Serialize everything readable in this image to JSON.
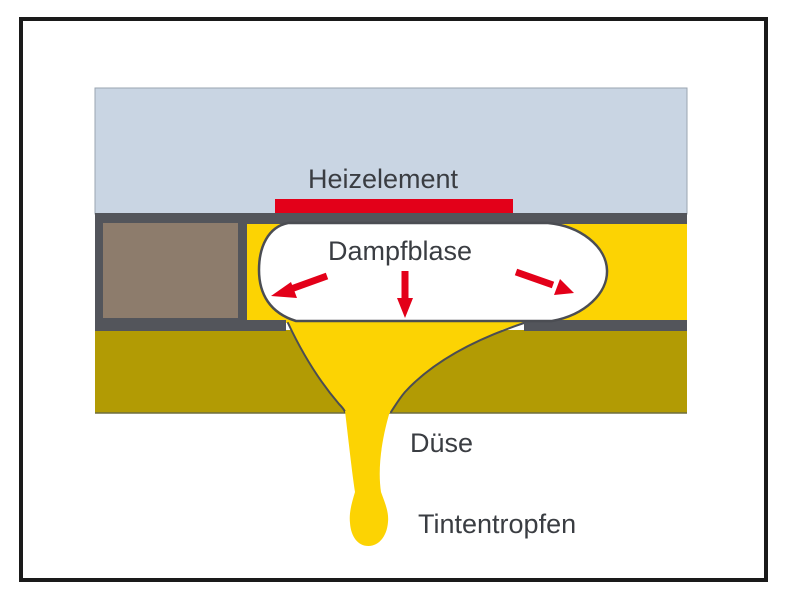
{
  "figure": {
    "subject": "thermal-inkjet-printhead-cross-section"
  },
  "labels": {
    "heizelement": "Heizelement",
    "dampfblase": "Dampfblase",
    "duese": "Düse",
    "tintentropfen": "Tintentropfen"
  },
  "icons": {
    "pressure_arrows": [
      "arrow-down-left",
      "arrow-down",
      "arrow-down-right"
    ]
  },
  "colors": {
    "frame_black": "#1a1a1a",
    "substrate_blue": "#c9d5e3",
    "layer_gray": "#53555b",
    "outline_gray": "#4b4d53",
    "ink_yellow": "#fcd303",
    "nozzle_olive": "#b29b04",
    "resist_brown": "#8d7c6c",
    "heater_red": "#e30019",
    "bubble_white": "#ffffff",
    "label_text": "#3a3d42"
  }
}
